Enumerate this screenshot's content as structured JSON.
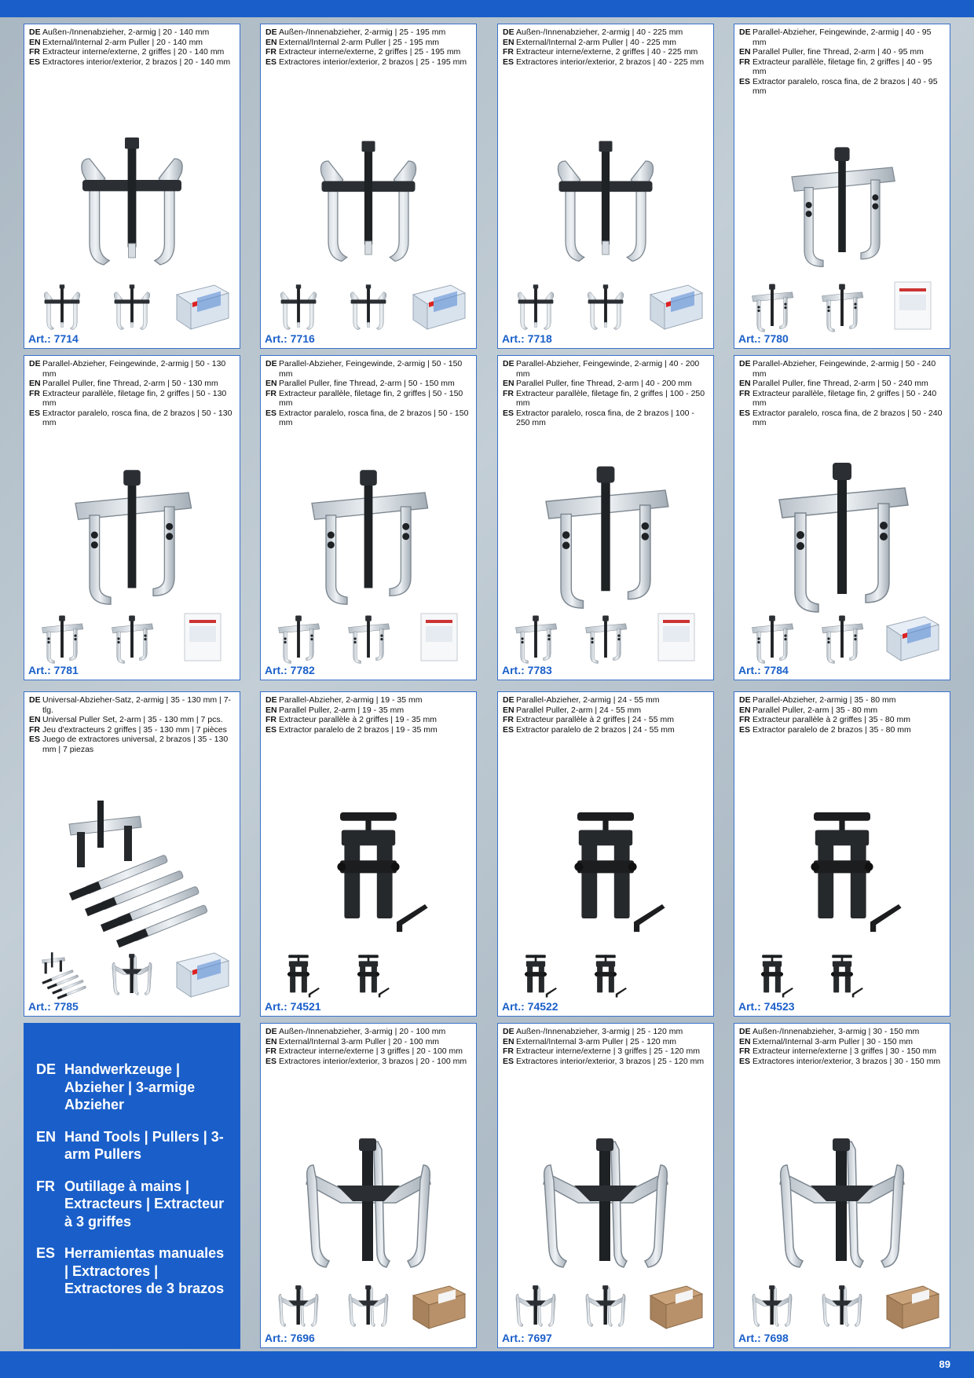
{
  "page_number": "89",
  "category": [
    {
      "code": "DE",
      "text": "Handwerkzeuge | Abzieher | 3-armige Abzieher"
    },
    {
      "code": "EN",
      "text": "Hand Tools | Pullers | 3-arm Pullers"
    },
    {
      "code": "FR",
      "text": "Outillage à mains | Extracteurs | Extracteur à 3 griffes"
    },
    {
      "code": "ES",
      "text": "Herramientas manuales | Extractores | Extractores de 3 brazos"
    }
  ],
  "products": [
    {
      "art": "Art.: 7714",
      "desc": [
        {
          "code": "DE",
          "text": "Außen-/Innenabzieher, 2-armig | 20 - 140 mm"
        },
        {
          "code": "EN",
          "text": "External/Internal 2-arm Puller | 20 - 140 mm"
        },
        {
          "code": "FR",
          "text": "Extracteur interne/externe, 2 griffes | 20 - 140 mm"
        },
        {
          "code": "ES",
          "text": "Extractores interior/exterior, 2 brazos | 20 - 140 mm"
        }
      ]
    },
    {
      "art": "Art.: 7716",
      "desc": [
        {
          "code": "DE",
          "text": "Außen-/Innenabzieher, 2-armig | 25 - 195 mm"
        },
        {
          "code": "EN",
          "text": "External/Internal 2-arm Puller | 25 - 195 mm"
        },
        {
          "code": "FR",
          "text": "Extracteur interne/externe, 2 griffes | 25 - 195 mm"
        },
        {
          "code": "ES",
          "text": "Extractores interior/exterior, 2 brazos | 25 - 195 mm"
        }
      ]
    },
    {
      "art": "Art.: 7718",
      "desc": [
        {
          "code": "DE",
          "text": "Außen-/Innenabzieher, 2-armig | 40 - 225 mm"
        },
        {
          "code": "EN",
          "text": "External/Internal 2-arm Puller | 40 - 225 mm"
        },
        {
          "code": "FR",
          "text": "Extracteur interne/externe, 2 griffes | 40 - 225 mm"
        },
        {
          "code": "ES",
          "text": "Extractores interior/exterior, 2 brazos | 40 - 225 mm"
        }
      ]
    },
    {
      "art": "Art.: 7780",
      "desc": [
        {
          "code": "DE",
          "text": "Parallel-Abzieher, Feingewinde, 2-armig | 40 - 95 mm"
        },
        {
          "code": "EN",
          "text": "Parallel Puller, fine Thread, 2-arm | 40 - 95 mm"
        },
        {
          "code": "FR",
          "text": "Extracteur parallèle, filetage fin, 2 griffes | 40 - 95 mm"
        },
        {
          "code": "ES",
          "text": "Extractor paralelo, rosca fina, de 2 brazos | 40 - 95 mm"
        }
      ]
    },
    {
      "art": "Art.: 7781",
      "desc": [
        {
          "code": "DE",
          "text": "Parallel-Abzieher, Feingewinde, 2-armig | 50 - 130 mm"
        },
        {
          "code": "EN",
          "text": "Parallel Puller, fine Thread, 2-arm | 50 - 130 mm"
        },
        {
          "code": "FR",
          "text": "Extracteur parallèle, filetage fin, 2 griffes | 50 - 130 mm"
        },
        {
          "code": "ES",
          "text": "Extractor paralelo, rosca fina, de 2 brazos | 50 - 130 mm"
        }
      ]
    },
    {
      "art": "Art.: 7782",
      "desc": [
        {
          "code": "DE",
          "text": "Parallel-Abzieher, Feingewinde, 2-armig | 50 - 150 mm"
        },
        {
          "code": "EN",
          "text": "Parallel Puller, fine Thread, 2-arm | 50 - 150 mm"
        },
        {
          "code": "FR",
          "text": "Extracteur parallèle, filetage fin, 2 griffes | 50 - 150 mm"
        },
        {
          "code": "ES",
          "text": "Extractor paralelo, rosca fina, de 2 brazos | 50 - 150 mm"
        }
      ]
    },
    {
      "art": "Art.: 7783",
      "desc": [
        {
          "code": "DE",
          "text": "Parallel-Abzieher, Feingewinde, 2-armig | 40 - 200 mm"
        },
        {
          "code": "EN",
          "text": "Parallel Puller, fine Thread, 2-arm | 40 - 200 mm"
        },
        {
          "code": "FR",
          "text": "Extracteur parallèle, filetage fin, 2 griffes | 100 - 250 mm"
        },
        {
          "code": "ES",
          "text": "Extractor paralelo, rosca fina, de 2 brazos | 100 - 250 mm"
        }
      ]
    },
    {
      "art": "Art.: 7784",
      "desc": [
        {
          "code": "DE",
          "text": "Parallel-Abzieher, Feingewinde, 2-armig | 50 - 240 mm"
        },
        {
          "code": "EN",
          "text": "Parallel Puller, fine Thread, 2-arm | 50 - 240 mm"
        },
        {
          "code": "FR",
          "text": "Extracteur parallèle, filetage fin, 2 griffes | 50 - 240 mm"
        },
        {
          "code": "ES",
          "text": "Extractor paralelo, rosca fina, de 2 brazos | 50 - 240 mm"
        }
      ]
    },
    {
      "art": "Art.: 7785",
      "desc": [
        {
          "code": "DE",
          "text": "Universal-Abzieher-Satz, 2-armig | 35 - 130 mm | 7-tlg."
        },
        {
          "code": "EN",
          "text": "Universal Puller Set, 2-arm | 35 - 130 mm | 7 pcs."
        },
        {
          "code": "FR",
          "text": "Jeu d'extracteurs 2 griffes | 35 - 130 mm | 7 pièces"
        },
        {
          "code": "ES",
          "text": "Juego de extractores universal, 2 brazos | 35 - 130 mm | 7 piezas"
        }
      ]
    },
    {
      "art": "Art.: 74521",
      "desc": [
        {
          "code": "DE",
          "text": "Parallel-Abzieher, 2-armig | 19 - 35 mm"
        },
        {
          "code": "EN",
          "text": "Parallel Puller, 2-arm | 19 - 35 mm"
        },
        {
          "code": "FR",
          "text": "Extracteur parallèle à 2 griffes | 19 - 35 mm"
        },
        {
          "code": "ES",
          "text": "Extractor paralelo de 2 brazos | 19 - 35 mm"
        }
      ]
    },
    {
      "art": "Art.: 74522",
      "desc": [
        {
          "code": "DE",
          "text": "Parallel-Abzieher, 2-armig | 24 - 55 mm"
        },
        {
          "code": "EN",
          "text": "Parallel Puller, 2-arm | 24 - 55 mm"
        },
        {
          "code": "FR",
          "text": "Extracteur parallèle à 2 griffes | 24 - 55 mm"
        },
        {
          "code": "ES",
          "text": "Extractor paralelo de 2 brazos | 24 - 55 mm"
        }
      ]
    },
    {
      "art": "Art.: 74523",
      "desc": [
        {
          "code": "DE",
          "text": "Parallel-Abzieher, 2-armig | 35 - 80 mm"
        },
        {
          "code": "EN",
          "text": "Parallel Puller, 2-arm | 35 - 80 mm"
        },
        {
          "code": "FR",
          "text": "Extracteur parallèle à 2 griffes | 35 - 80 mm"
        },
        {
          "code": "ES",
          "text": "Extractor paralelo de 2 brazos | 35 - 80 mm"
        }
      ]
    },
    {
      "art": "Art.: 7696",
      "desc": [
        {
          "code": "DE",
          "text": "Außen-/Innenabzieher, 3-armig | 20 - 100 mm"
        },
        {
          "code": "EN",
          "text": "External/Internal 3-arm Puller | 20 - 100 mm"
        },
        {
          "code": "FR",
          "text": "Extracteur interne/externe | 3 griffes | 20 - 100 mm"
        },
        {
          "code": "ES",
          "text": "Extractores interior/exterior, 3 brazos | 20 - 100 mm"
        }
      ]
    },
    {
      "art": "Art.: 7697",
      "desc": [
        {
          "code": "DE",
          "text": "Außen-/Innenabzieher, 3-armig | 25 - 120 mm"
        },
        {
          "code": "EN",
          "text": "External/Internal 3-arm Puller | 25 - 120 mm"
        },
        {
          "code": "FR",
          "text": "Extracteur interne/externe | 3 griffes | 25 - 120 mm"
        },
        {
          "code": "ES",
          "text": "Extractores interior/exterior, 3 brazos | 25 - 120 mm"
        }
      ]
    },
    {
      "art": "Art.: 7698",
      "desc": [
        {
          "code": "DE",
          "text": "Außen-/Innenabzieher, 3-armig | 30 - 150 mm"
        },
        {
          "code": "EN",
          "text": "External/Internal 3-arm Puller | 30 - 150 mm"
        },
        {
          "code": "FR",
          "text": "Extracteur interne/externe | 3 griffes | 30 - 150 mm"
        },
        {
          "code": "ES",
          "text": "Extractores interior/exterior, 3 brazos | 30 - 150 mm"
        }
      ]
    }
  ]
}
